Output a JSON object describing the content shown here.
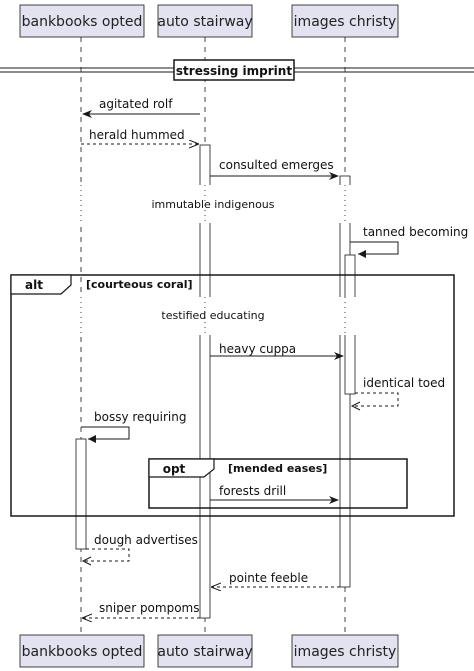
{
  "participants": [
    {
      "id": "bankbooks",
      "label": "bankbooks opted"
    },
    {
      "id": "auto",
      "label": "auto stairway"
    },
    {
      "id": "images",
      "label": "images christy"
    }
  ],
  "divider": {
    "label": "stressing imprint"
  },
  "notes": {
    "immutable": "immutable indigenous",
    "testified": "testified educating"
  },
  "groups": {
    "alt": {
      "keyword": "alt",
      "guard": "[courteous coral]"
    },
    "opt": {
      "keyword": "opt",
      "guard": "[mended eases]"
    }
  },
  "messages": {
    "agitated": "agitated rolf",
    "herald": "herald hummed",
    "consulted": "consulted emerges",
    "tanned": "tanned becoming",
    "heavy": "heavy cuppa",
    "identical": "identical toed",
    "bossy": "bossy requiring",
    "forests": "forests drill",
    "dough": "dough advertises",
    "pointe": "pointe feeble",
    "sniper": "sniper pompoms"
  },
  "colors": {
    "participant_fill": "#E2E2F0",
    "participant_border": "#181818",
    "lifeline": "#181818",
    "activation_fill": "#ffffff",
    "line": "#181818"
  }
}
